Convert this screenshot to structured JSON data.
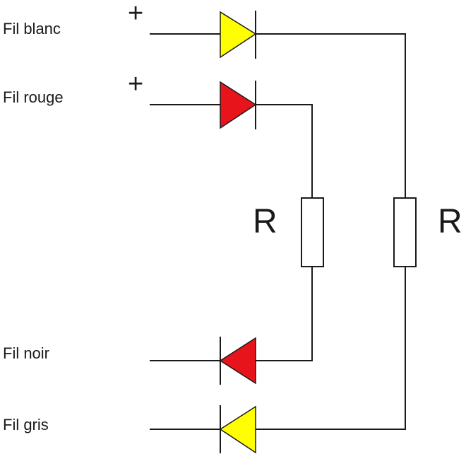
{
  "wires": {
    "white": "Fil blanc",
    "red": "Fil rouge",
    "black": "Fil noir",
    "grey": "Fil gris"
  },
  "polarity": {
    "white": "+",
    "red": "+"
  },
  "resistors": {
    "inner": "R",
    "outer": "R"
  },
  "colors": {
    "yellow_diode": "#ffff00",
    "red_diode": "#e8141c",
    "line": "#1a1a1a",
    "resistor_fill": "#ffffff"
  }
}
